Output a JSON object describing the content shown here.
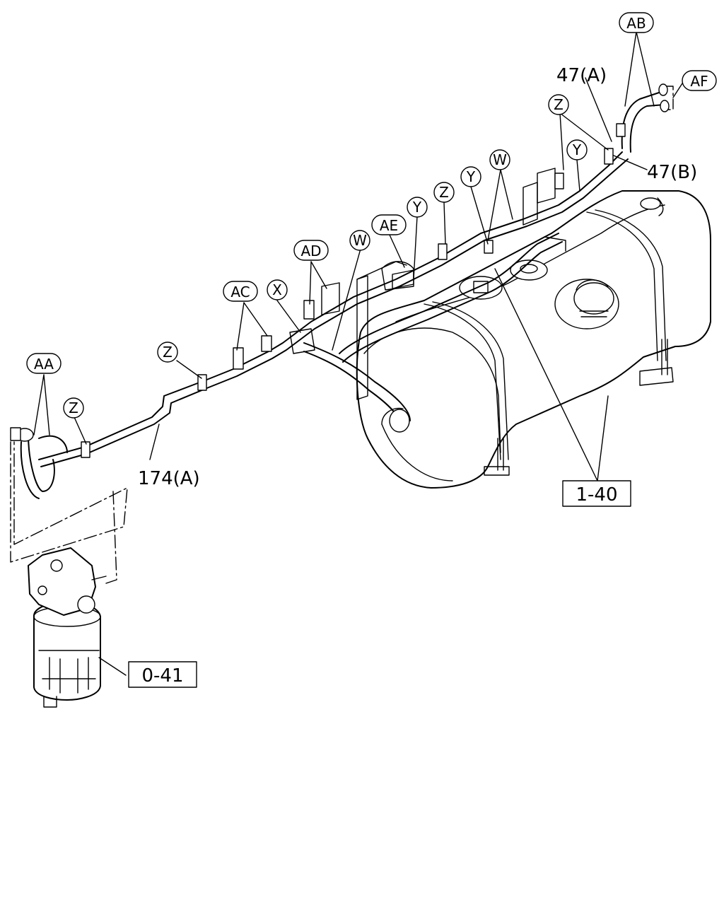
{
  "labels": {
    "l_47a": "47(A)",
    "l_47b": "47(B)",
    "l_174a": "174(A)"
  },
  "boxes": {
    "b_140": "1-40",
    "b_041": "0-41"
  },
  "callouts": {
    "ab": "AB",
    "af": "AF",
    "z1": "Z",
    "y1": "Y",
    "w1": "W",
    "y2": "Y",
    "z2": "Z",
    "y3": "Y",
    "ae": "AE",
    "w2": "W",
    "ad": "AD",
    "ac": "AC",
    "x": "X",
    "z3": "Z",
    "aa": "AA",
    "z4": "Z"
  }
}
